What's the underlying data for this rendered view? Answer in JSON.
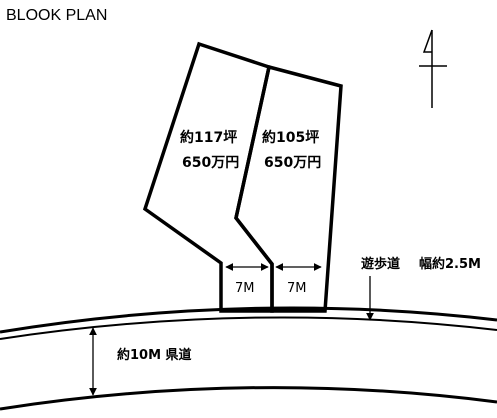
{
  "title": "BLOOK PLAN",
  "lots": [
    {
      "area": "約117坪",
      "price": "650万円"
    },
    {
      "area": "約105坪",
      "price": "650万円"
    }
  ],
  "frontage": [
    "7M",
    "7M"
  ],
  "walkway": {
    "label": "遊歩道",
    "width": "幅約2.5M"
  },
  "road": {
    "label": "約10M 県道"
  },
  "colors": {
    "line": "#000000",
    "background": "#ffffff"
  },
  "icons": {
    "north": "north-arrow-icon"
  }
}
